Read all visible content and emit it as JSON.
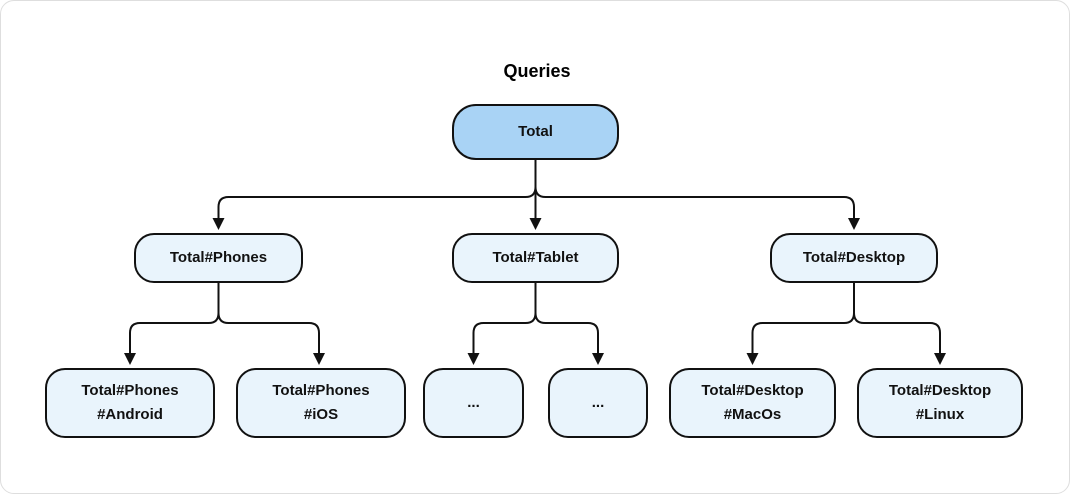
{
  "title": "Queries",
  "nodes": {
    "total": {
      "label": "Total"
    },
    "phones": {
      "label": "Total#Phones"
    },
    "tablet": {
      "label": "Total#Tablet"
    },
    "desktop": {
      "label": "Total#Desktop"
    },
    "phones_android": {
      "line1": "Total#Phones",
      "line2": "#Android"
    },
    "phones_ios": {
      "line1": "Total#Phones",
      "line2": "#iOS"
    },
    "tablet_more_1": {
      "label": "..."
    },
    "tablet_more_2": {
      "label": "..."
    },
    "desktop_macos": {
      "line1": "Total#Desktop",
      "line2": "#MacOs"
    },
    "desktop_linux": {
      "line1": "Total#Desktop",
      "line2": "#Linux"
    }
  },
  "tree": {
    "label": "Total",
    "children": [
      {
        "label": "Total#Phones",
        "children": [
          {
            "label": "Total#Phones#Android"
          },
          {
            "label": "Total#Phones#iOS"
          }
        ]
      },
      {
        "label": "Total#Tablet",
        "children": [
          {
            "label": "..."
          },
          {
            "label": "..."
          }
        ]
      },
      {
        "label": "Total#Desktop",
        "children": [
          {
            "label": "Total#Desktop#MacOs"
          },
          {
            "label": "Total#Desktop#Linux"
          }
        ]
      }
    ]
  },
  "colors": {
    "root_fill": "#a9d3f5",
    "child_fill": "#e9f4fc",
    "border": "#111111",
    "edge": "#111111",
    "canvas_border": "#dedede",
    "title_color": "#000000"
  }
}
